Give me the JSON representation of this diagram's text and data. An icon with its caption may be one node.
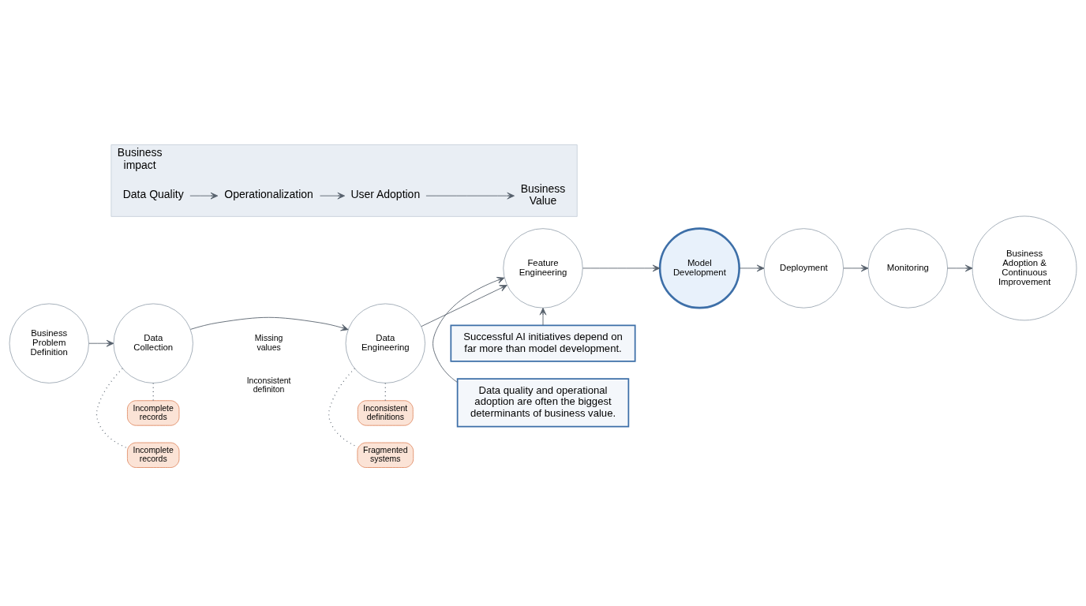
{
  "diagram": {
    "nodes": [
      {
        "text": [
          "Business Problem Definition"
        ]
      },
      {
        "text": [
          "Data Collection"
        ]
      },
      {
        "text": [
          "Data Engineering"
        ]
      },
      {
        "text": [
          "Feature Engineering"
        ]
      },
      {
        "text": [
          "Model Development"
        ]
      },
      {
        "text": [
          "Deployment"
        ]
      },
      {
        "text": [
          "Monitoring"
        ]
      },
      {
        "text": [
          "Business Adoption & Continuous Improvement"
        ]
      },
      {
        "text": [
          "Incomplete records"
        ]
      },
      {
        "text": [
          "Inconsistent definitions"
        ]
      },
      {
        "text": [
          "Successful AI initiatives depend on far more than model development."
        ]
      },
      {
        "text": [
          "Incomplete records"
        ]
      },
      {
        "text": [
          "Fragmented systems"
        ]
      },
      {
        "text": [
          "Data quality and operational adoption are often the biggest determinants of business value."
        ]
      },
      {
        "text": [
          "Business impact"
        ]
      },
      {
        "text": [
          "Data Quality"
        ],
        "in": 14
      },
      {
        "text": [
          "Operationalization"
        ],
        "in": 14
      },
      {
        "text": [
          "User Adoption"
        ],
        "in": 14
      },
      {
        "text": [
          "Business Value"
        ],
        "in": 14
      }
    ],
    "edges": [
      {
        "from": 0,
        "to": 1,
        "arrow": "to"
      },
      {
        "from": 1,
        "to": 2,
        "arrow": "to"
      },
      {
        "from": 2,
        "to": 3,
        "arrow": "to"
      },
      {
        "from": 3,
        "to": 4,
        "arrow": "to"
      },
      {
        "from": 4,
        "to": 5,
        "arrow": "to"
      },
      {
        "from": 5,
        "to": 6,
        "arrow": "to"
      },
      {
        "from": 6,
        "to": 7,
        "arrow": "to"
      },
      {
        "from": 1,
        "to": 8,
        "arrow": "none",
        "style": "dashed"
      },
      {
        "from": 2,
        "to": 9,
        "arrow": "none",
        "style": "dashed"
      },
      {
        "from": 10,
        "to": 3,
        "arrow": "to"
      },
      {
        "from": 1,
        "to": 11,
        "arrow": "none",
        "style": "dashed"
      },
      {
        "from": 2,
        "to": 12,
        "arrow": "none",
        "style": "dashed"
      },
      {
        "from": 13,
        "to": 3,
        "arrow": "to"
      },
      {
        "from": 15,
        "to": 16,
        "arrow": "to"
      },
      {
        "from": 16,
        "to": 17,
        "arrow": "to"
      },
      {
        "from": 17,
        "to": 18,
        "arrow": "to"
      }
    ],
    "labels": [
      "Missing values",
      "Inconsistent definiton"
    ]
  }
}
